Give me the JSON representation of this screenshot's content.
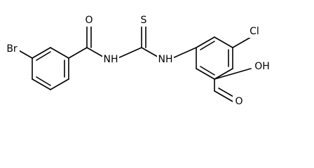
{
  "structure": {
    "labels": {
      "bromine": "Br",
      "amide_oxygen": "O",
      "amide_nh": "NH",
      "thio_sulfur": "S",
      "thiourea_nh": "NH",
      "chlorine": "Cl",
      "acid_oxygen": "O",
      "acid_hydroxyl": "OH"
    }
  },
  "colors": {
    "bond": "#000000",
    "label": "#000000",
    "background": "#ffffff"
  }
}
